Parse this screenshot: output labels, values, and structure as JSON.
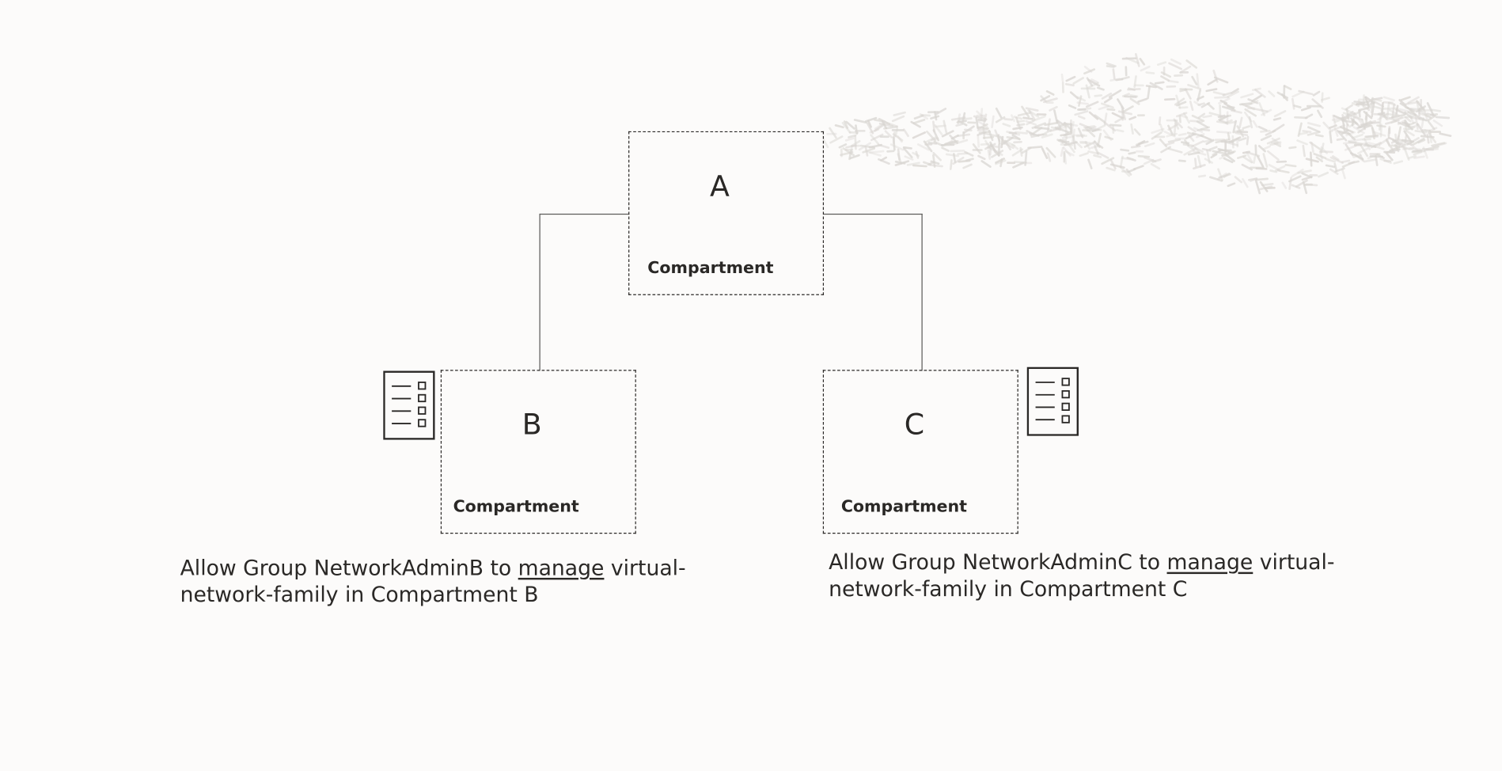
{
  "compartments": [
    {
      "id": "a",
      "letter": "A",
      "label": "Compartment"
    },
    {
      "id": "b",
      "letter": "B",
      "label": "Compartment"
    },
    {
      "id": "c",
      "letter": "C",
      "label": "Compartment"
    }
  ],
  "policies": {
    "b": {
      "pre": "Allow Group NetworkAdminB to ",
      "verb": "manage",
      "post1": " virtual-",
      "line2": "network-family in Compartment B"
    },
    "c": {
      "pre": "Allow Group NetworkAdminC to ",
      "verb": "manage",
      "post1": " virtual-",
      "line2": "network-family in Compartment C"
    }
  },
  "icons": {
    "policy": "policy-document-icon",
    "texture": "decorative-texture"
  },
  "colors": {
    "background": "#fcfbfa",
    "ink": "#2a2826",
    "connector": "#5a5856",
    "texture": "#d9d6d2"
  }
}
